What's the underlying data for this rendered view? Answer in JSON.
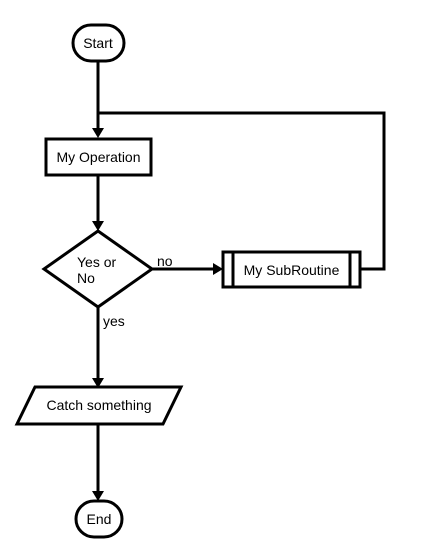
{
  "nodes": {
    "start": {
      "label": "Start"
    },
    "my_operation": {
      "label": "My Operation"
    },
    "decision": {
      "line1": "Yes or",
      "line2": "No"
    },
    "subroutine": {
      "label": "My SubRoutine"
    },
    "catch": {
      "label": "Catch something"
    },
    "end": {
      "label": "End"
    }
  },
  "edges": {
    "decision_no": {
      "label": "no"
    },
    "decision_yes": {
      "label": "yes"
    }
  }
}
